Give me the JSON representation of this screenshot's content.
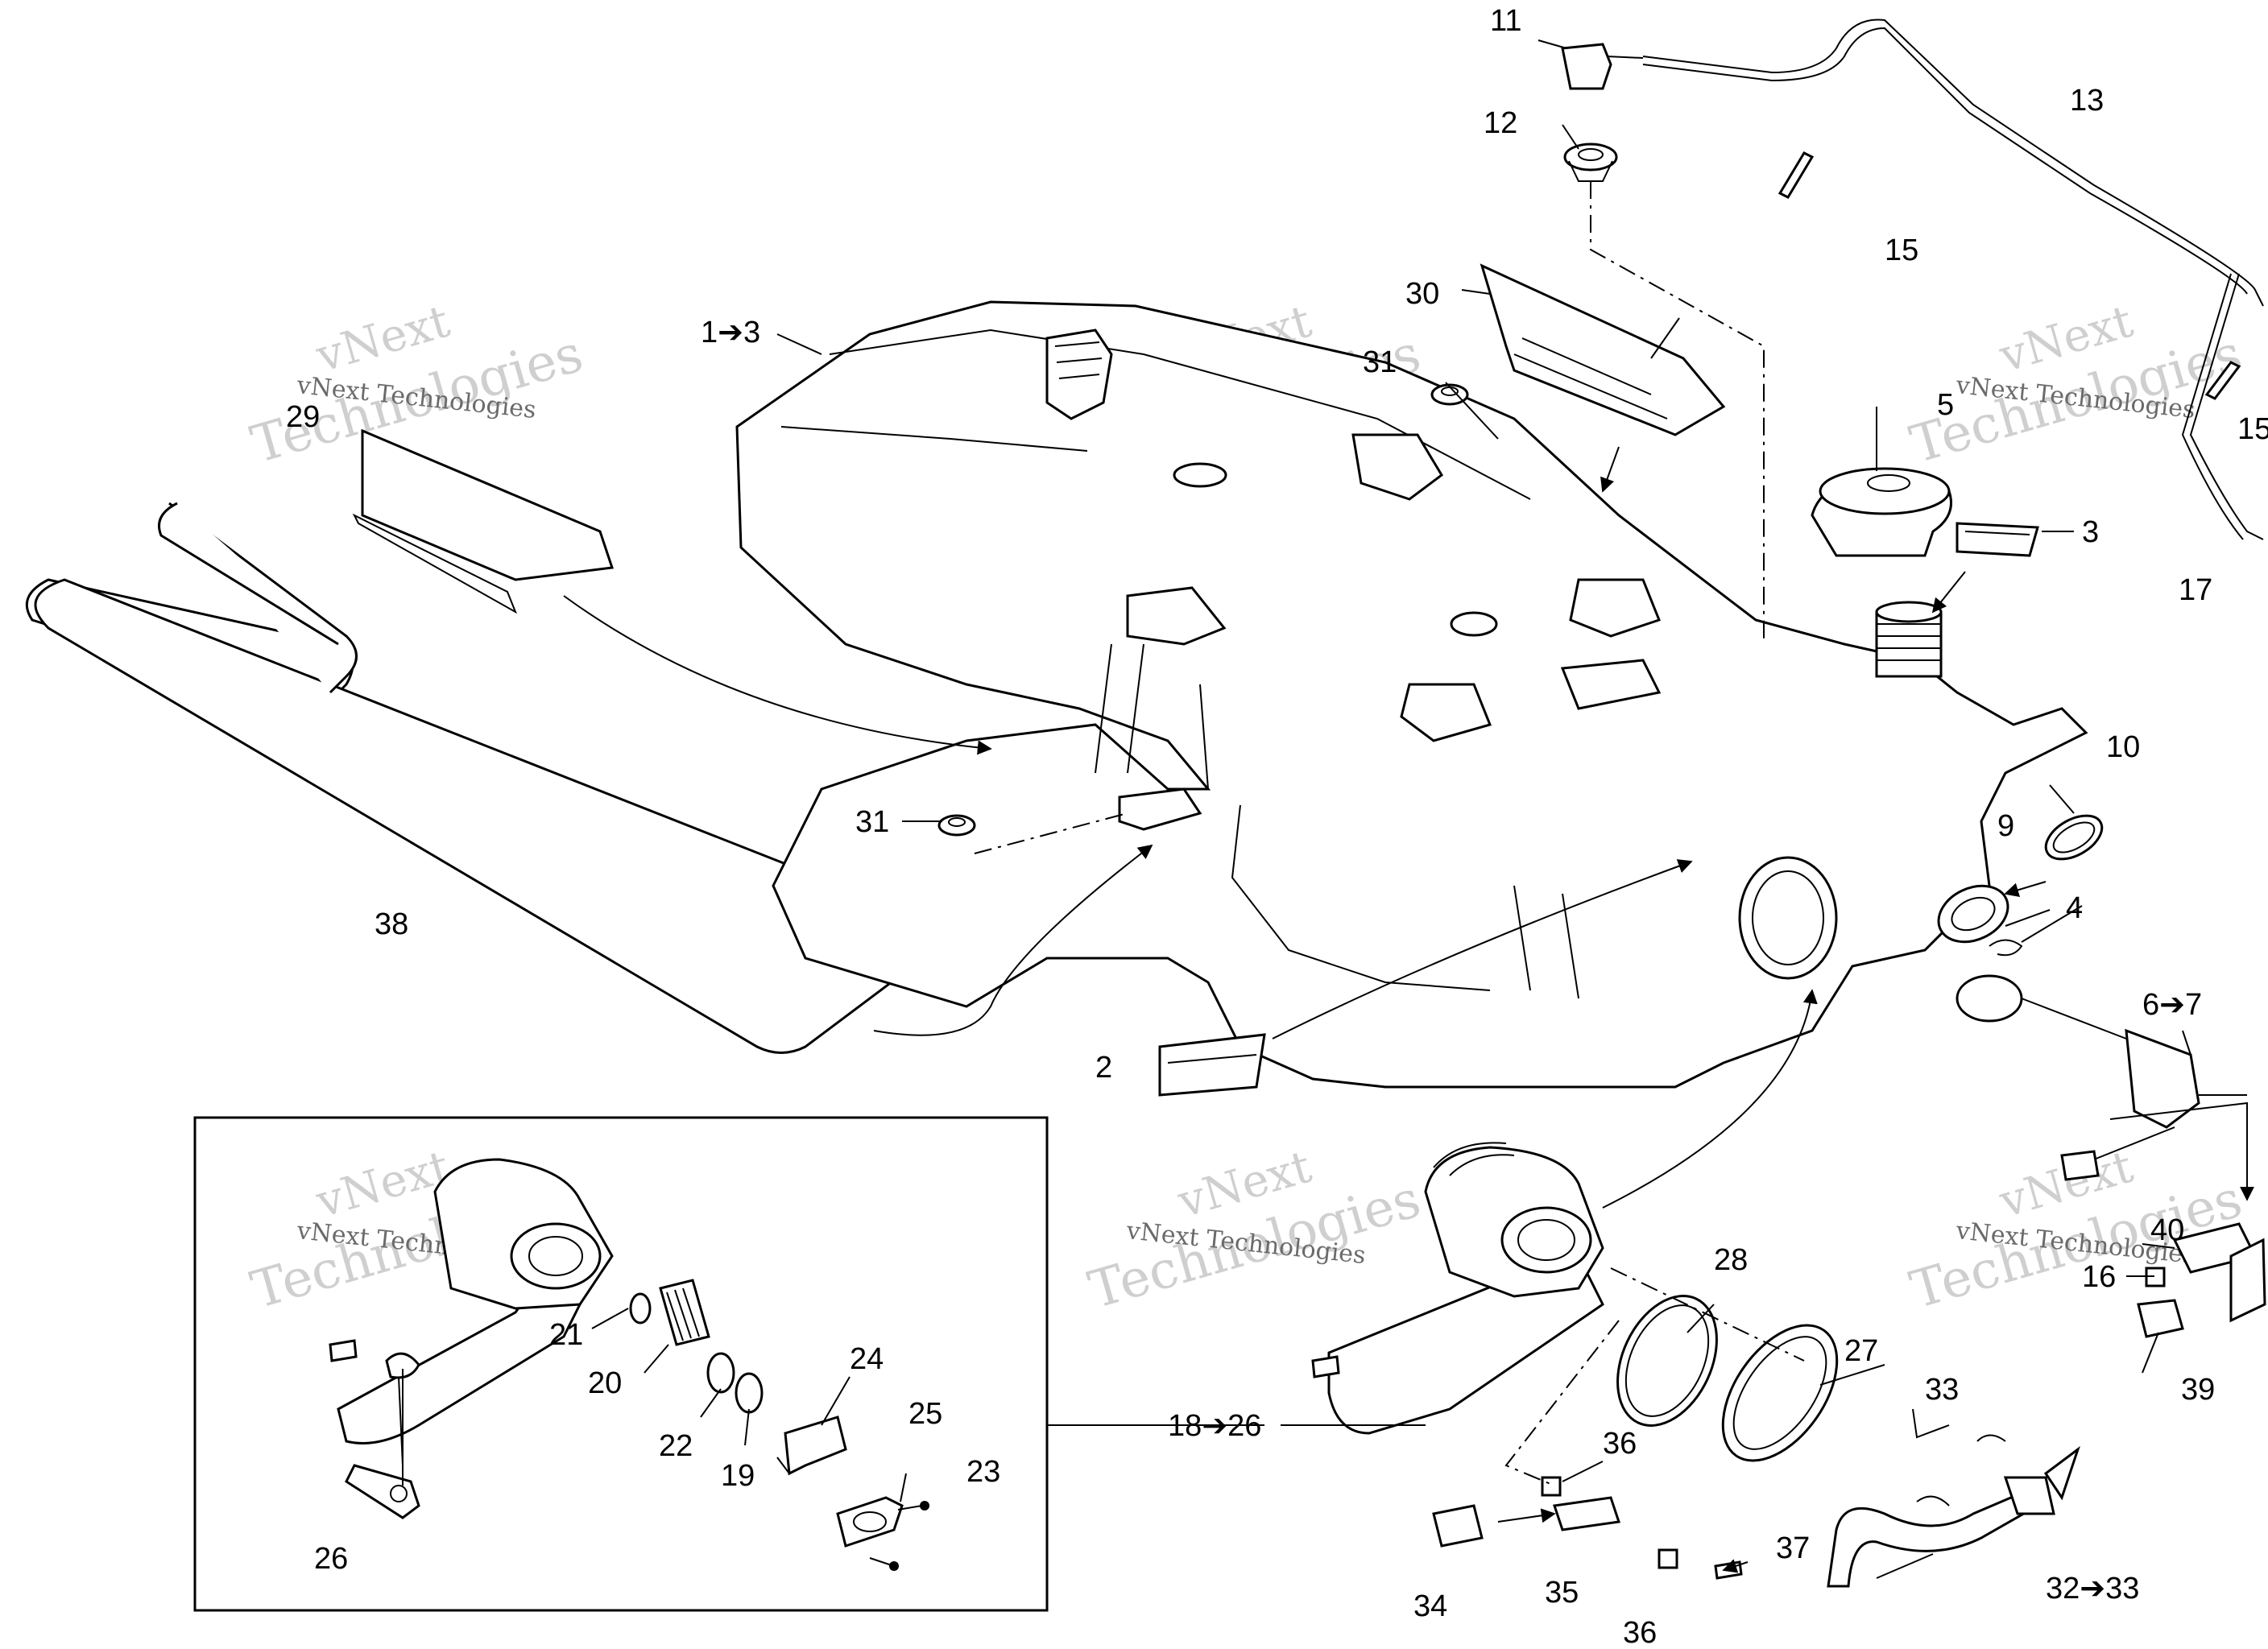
{
  "watermark": {
    "line1": "vNext",
    "line2": "Technologies",
    "caption": "vNext Technologies"
  },
  "labels": {
    "l1to3": "1➔3",
    "l2": "2",
    "l3": "3",
    "l4": "4",
    "l5": "5",
    "l6to7": "6➔7",
    "l9": "9",
    "l10": "10",
    "l11": "11",
    "l12": "12",
    "l13": "13",
    "l15a": "15",
    "l15b": "15",
    "l16": "16",
    "l17": "17",
    "l18to26": "18➔26",
    "l19": "19",
    "l20": "20",
    "l21": "21",
    "l22": "22",
    "l23": "23",
    "l24": "24",
    "l25": "25",
    "l26": "26",
    "l27": "27",
    "l28": "28",
    "l29": "29",
    "l30": "30",
    "l31a": "31",
    "l31b": "31",
    "l32to33": "32➔33",
    "l33": "33",
    "l34": "34",
    "l35": "35",
    "l36a": "36",
    "l36b": "36",
    "l37": "37",
    "l38": "38",
    "l39": "39",
    "l40": "40"
  }
}
